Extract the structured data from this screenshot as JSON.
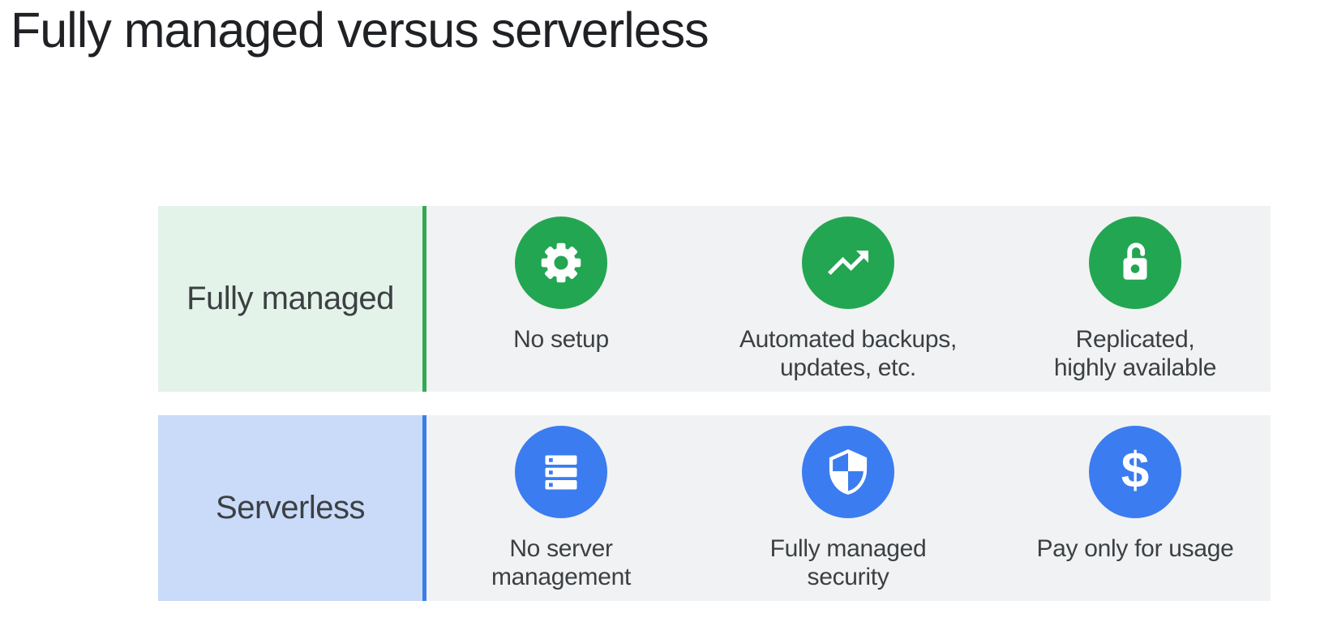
{
  "title": "Fully managed versus serverless",
  "colors": {
    "title_text": "#202124",
    "label_text": "#3c4043",
    "feature_text": "#3c4043",
    "row_bg": "#f1f2f3",
    "green_label_bg": "#e4f3e9",
    "green_divider": "#34a853",
    "green_circle": "#23a652",
    "blue_label_bg": "#c9dbf8",
    "blue_divider": "#3d7ce8",
    "blue_circle": "#3b7cf0",
    "icon_glyph": "#ffffff"
  },
  "rows": [
    {
      "label": "Fully managed",
      "theme": "green",
      "features": [
        {
          "icon": "gear-icon",
          "label": "No setup"
        },
        {
          "icon": "trending-up-icon",
          "label": "Automated backups,\nupdates, etc."
        },
        {
          "icon": "lock-open-icon",
          "label": "Replicated,\nhighly available"
        }
      ]
    },
    {
      "label": "Serverless",
      "theme": "blue",
      "features": [
        {
          "icon": "server-stack-icon",
          "label": "No server\nmanagement"
        },
        {
          "icon": "shield-icon",
          "label": "Fully managed\nsecurity"
        },
        {
          "icon": "dollar-icon",
          "label": "Pay only for usage"
        }
      ]
    }
  ]
}
